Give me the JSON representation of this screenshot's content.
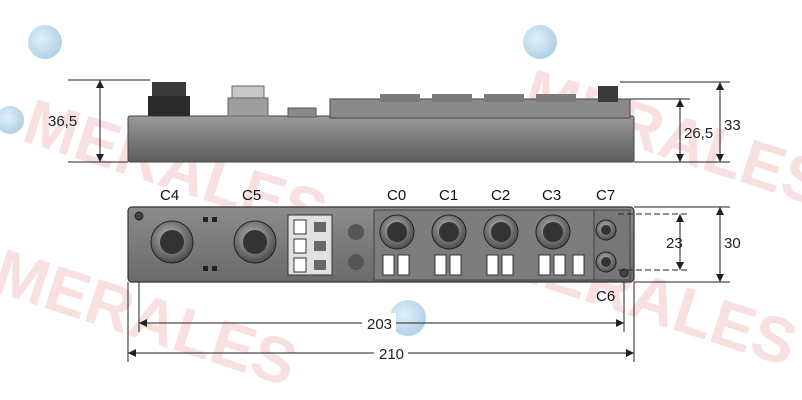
{
  "watermark": {
    "text": "MERALES"
  },
  "connector_labels": {
    "c4": "C4",
    "c5": "C5",
    "c0": "C0",
    "c1": "C1",
    "c2": "C2",
    "c3": "C3",
    "c7": "C7",
    "c6": "C6"
  },
  "dimensions": {
    "side_height": "36,5",
    "body_height": "26,5",
    "total_height": "33",
    "connector_pitch": "23",
    "front_height": "30",
    "mount_length": "203",
    "total_length": "210"
  }
}
